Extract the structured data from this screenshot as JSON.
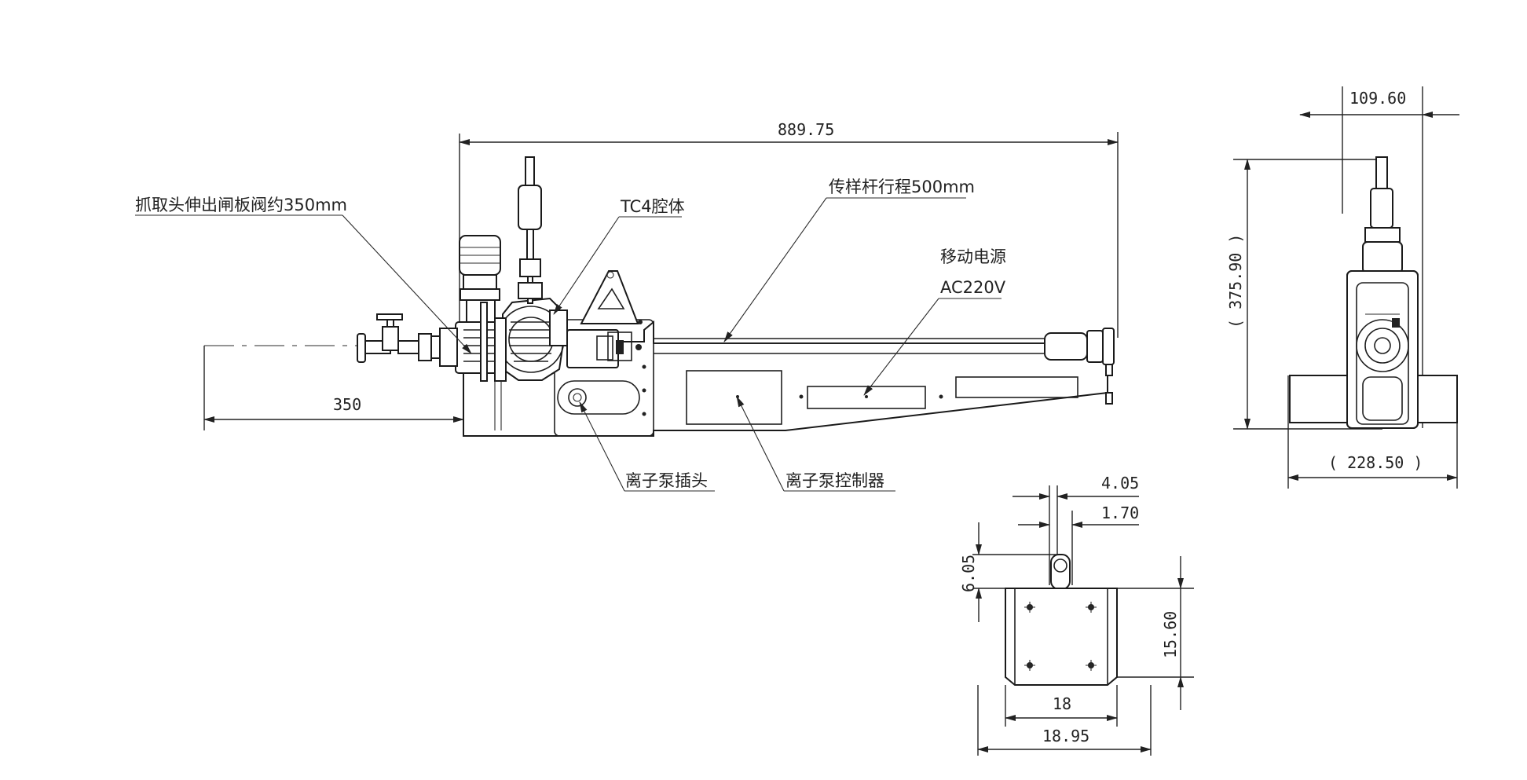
{
  "annotations": {
    "gripper_extension": "抓取头伸出闸板阀约350mm",
    "tc4_chamber": "TC4腔体",
    "transfer_rod_stroke": "传样杆行程500mm",
    "mobile_power_title": "移动电源",
    "mobile_power_voltage": "AC220V",
    "ion_pump_plug": "离子泵插头",
    "ion_pump_controller": "离子泵控制器"
  },
  "dimensions": {
    "overall_length": "889.75",
    "gripper_offset": "350",
    "side_width_top": "109.60",
    "side_height": "( 375.90 )",
    "side_width_bottom": "( 228.50 )",
    "bracket_a": "4.05",
    "bracket_b": "1.70",
    "bracket_c": "6.05",
    "bracket_height": "15.60",
    "bracket_inner_width": "18",
    "bracket_outer_width": "18.95"
  }
}
